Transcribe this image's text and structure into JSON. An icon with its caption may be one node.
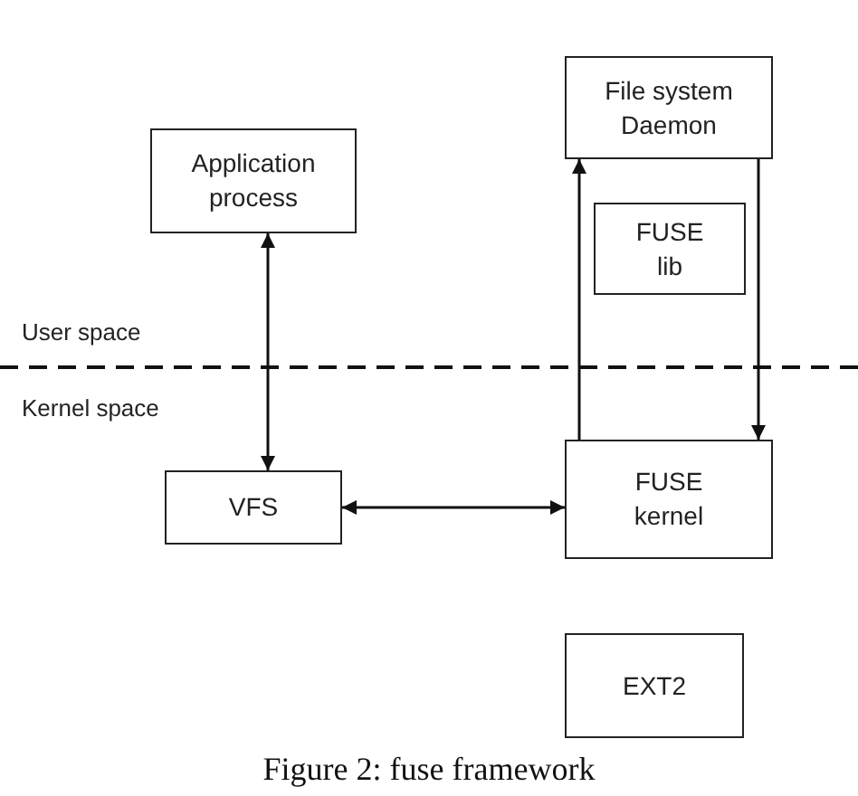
{
  "diagram": {
    "caption": "Figure 2: fuse framework",
    "nodes": [
      {
        "text": [
          "Application process"
        ]
      },
      {
        "text": [
          "File system Daemon"
        ]
      },
      {
        "text": [
          "FUSE lib"
        ]
      },
      {
        "text": [
          "VFS"
        ]
      },
      {
        "text": [
          "FUSE kernel"
        ]
      },
      {
        "text": [
          "EXT2"
        ]
      }
    ],
    "edges": [
      {
        "from": 0,
        "to": 3,
        "arrow": "both"
      },
      {
        "from": 3,
        "to": 4,
        "arrow": "both"
      },
      {
        "from": 4,
        "to": 1,
        "arrow": "to"
      },
      {
        "from": 1,
        "to": 4,
        "arrow": "to"
      }
    ],
    "labels": [
      "User space",
      "Kernel space"
    ]
  }
}
